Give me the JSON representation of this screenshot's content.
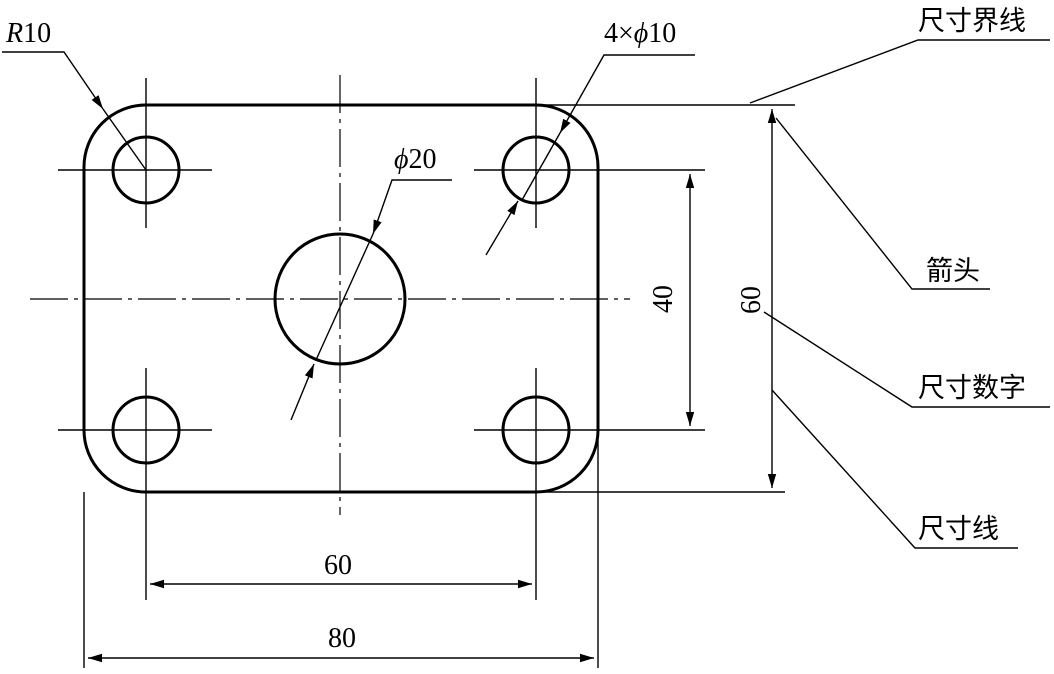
{
  "dimensions": {
    "radius_label_prefix": "R",
    "radius_label_value": "10",
    "hole_count_label": "4×",
    "diameter_symbol": "ϕ",
    "small_hole_value": "10",
    "center_hole_value": "20",
    "height_inner": "40",
    "height_outer": "60",
    "width_inner": "60",
    "width_outer": "80"
  },
  "callouts": {
    "extension_line": "尺寸界线",
    "arrowhead": "箭头",
    "dimension_number": "尺寸数字",
    "dimension_line": "尺寸线"
  }
}
